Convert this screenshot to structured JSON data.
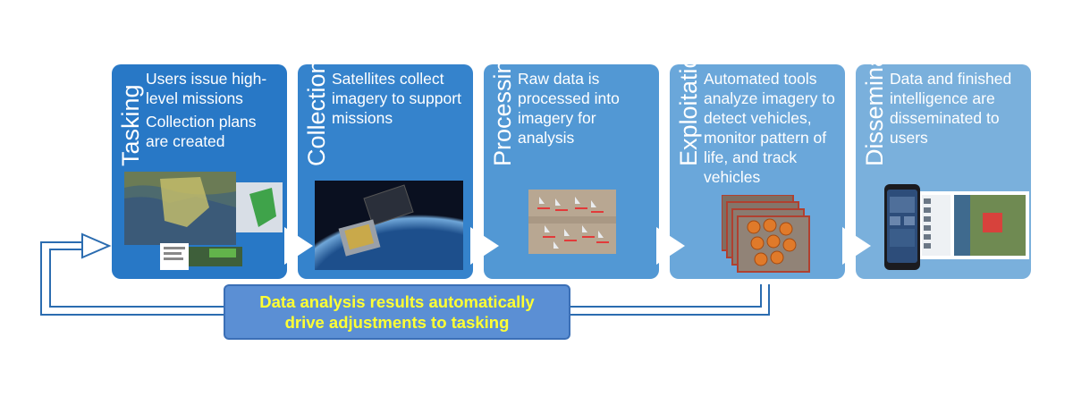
{
  "stages": [
    {
      "title": "Tasking",
      "lines": [
        "Users issue high-level missions",
        "Collection plans are created"
      ],
      "image": "map-mission-planning-screenshot"
    },
    {
      "title": "Collection",
      "lines": [
        "Satellites collect imagery to support missions"
      ],
      "image": "satellite-over-earth"
    },
    {
      "title": "Processing",
      "lines": [
        "Raw data is processed into imagery for analysis"
      ],
      "image": "aircraft-on-airfield-imagery"
    },
    {
      "title": "Exploitation",
      "lines": [
        "Automated tools analyze imagery to detect vehicles, monitor pattern of life, and track vehicles"
      ],
      "image": "stacked-detection-imagery"
    },
    {
      "title": "Dissemination",
      "lines": [
        "Data and finished intelligence are disseminated to users"
      ],
      "image": "mobile-and-web-app-screenshots"
    }
  ],
  "callout": {
    "line1": "Data analysis results automatically",
    "line2": "drive adjustments to tasking"
  },
  "colors": {
    "tasking": "#2878c6",
    "collection": "#3583cc",
    "processing": "#5298d4",
    "exploitation": "#6aa7da",
    "dissemination": "#7ab0dc",
    "callout_text": "#ffff33",
    "loop_line": "#2b6cb0"
  }
}
